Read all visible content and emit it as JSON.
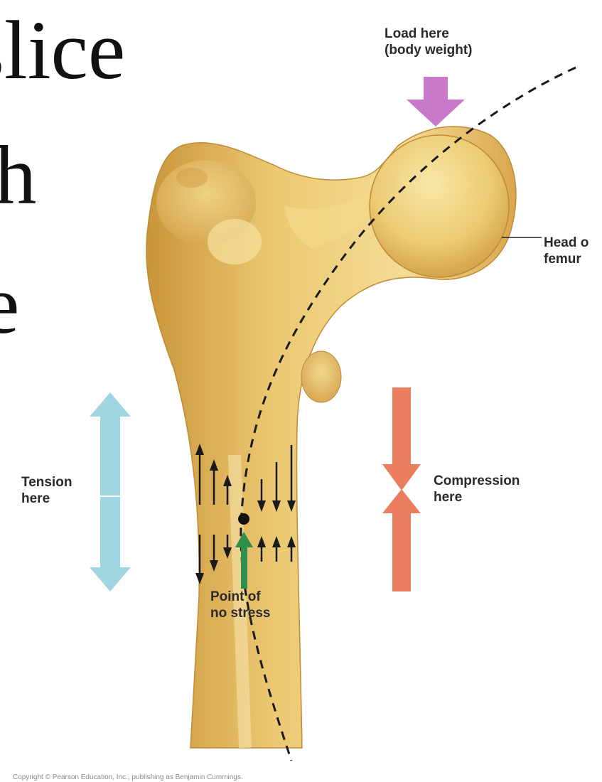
{
  "slide": {
    "title_fragments": [
      "slice",
      "ch",
      "e"
    ]
  },
  "labels": {
    "load": [
      "Load here",
      "(body weight)"
    ],
    "head": [
      "Head o",
      "femur"
    ],
    "tension": [
      "Tension",
      "here"
    ],
    "compression": [
      "Compression",
      "here"
    ],
    "point": [
      "Point of",
      "no stress"
    ]
  },
  "caption": "Copyright © Pearson Education, Inc., publishing as Benjamin Cummings.",
  "colors": {
    "bone": "#e8c46a",
    "bone_light": "#f6e2a0",
    "bone_shadow": "#c9953a",
    "load_arrow": "#c879c8",
    "tension_arrow": "#9fd6e2",
    "compression_arrow": "#ec7e60",
    "neutral_arrow": "#2f8f4c",
    "stress_arrow": "#1a1a1a"
  }
}
